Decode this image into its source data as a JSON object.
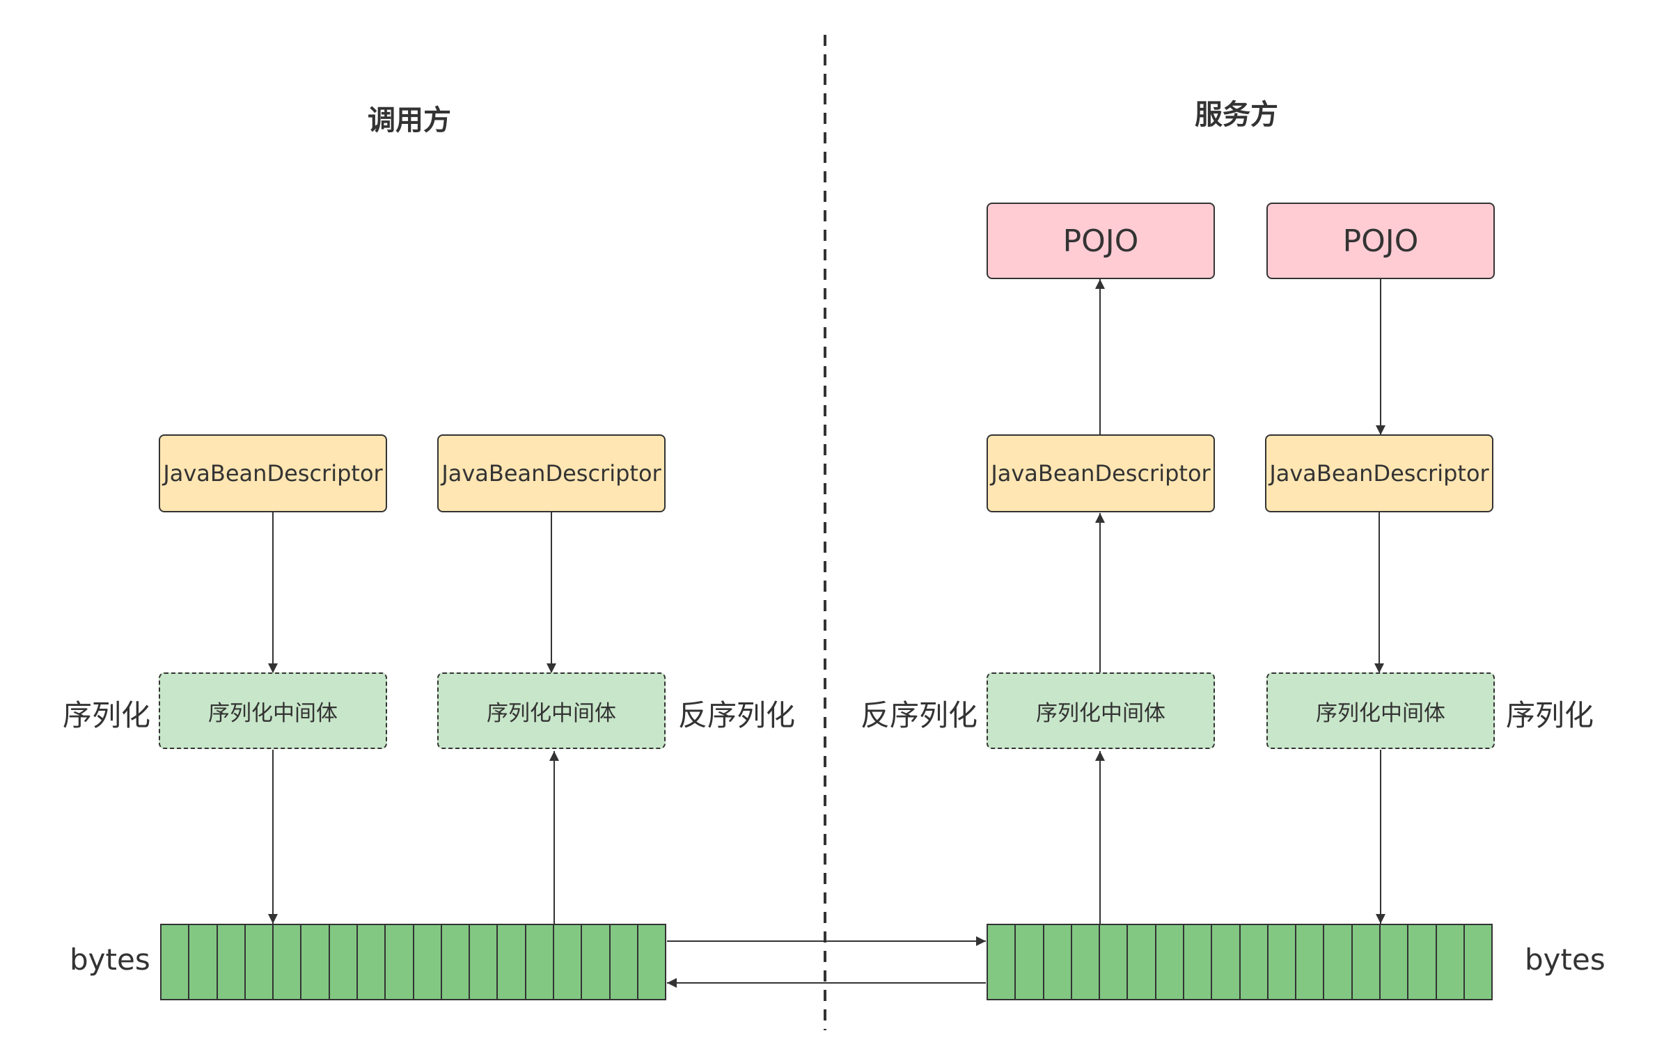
{
  "caller": {
    "title": "调用方",
    "serialize_label": "序列化",
    "deserialize_label": "反序列化",
    "bytes_label": "bytes",
    "descriptor_a": "JavaBeanDescriptor",
    "descriptor_b": "JavaBeanDescriptor",
    "intermediate_a": "序列化中间体",
    "intermediate_b": "序列化中间体"
  },
  "provider": {
    "title": "服务方",
    "serialize_label": "序列化",
    "deserialize_label": "反序列化",
    "bytes_label": "bytes",
    "pojo_a": "POJO",
    "pojo_b": "POJO",
    "descriptor_a": "JavaBeanDescriptor",
    "descriptor_b": "JavaBeanDescriptor",
    "intermediate_a": "序列化中间体",
    "intermediate_b": "序列化中间体"
  },
  "colors": {
    "descriptor_fill": "#ffe6b3",
    "pojo_fill": "#ffccd4",
    "intermediate_fill": "#c8e6c9",
    "bytes_fill": "#82c883",
    "stroke": "#333333"
  }
}
